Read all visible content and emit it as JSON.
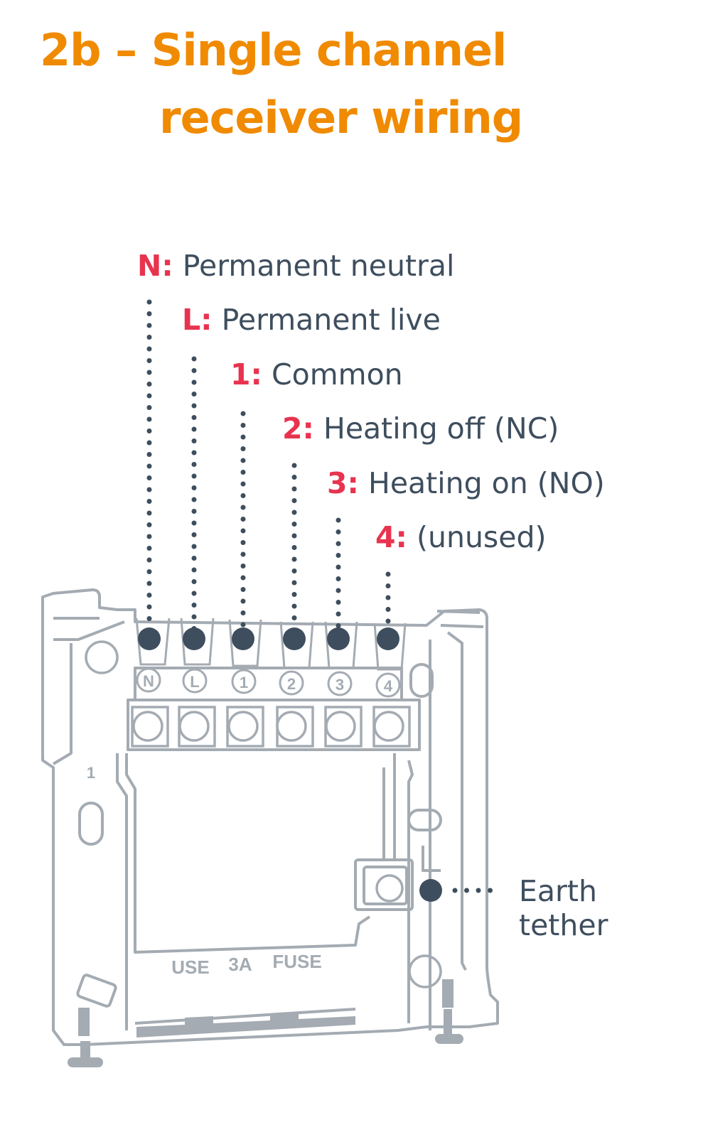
{
  "title": {
    "line1": "2b – Single channel",
    "line2": "receiver wiring"
  },
  "colors": {
    "title": "#f08a00",
    "terminal_key": "#e8334f",
    "label_text": "#3e4e5e",
    "connector_dot": "#3e4e5e",
    "device_outline": "#a4abb2"
  },
  "terminals": [
    {
      "key": "N",
      "description": "Permanent neutral",
      "marking": "N"
    },
    {
      "key": "L",
      "description": "Permanent live",
      "marking": "L"
    },
    {
      "key": "1",
      "description": "Common",
      "marking": "1"
    },
    {
      "key": "2",
      "description": "Heating off (NC)",
      "marking": "2"
    },
    {
      "key": "3",
      "description": "Heating on (NO)",
      "marking": "3"
    },
    {
      "key": "4",
      "description": "(unused)",
      "marking": "4"
    }
  ],
  "earth": {
    "line1": "Earth",
    "line2": "tether"
  },
  "device_markings": {
    "side_number": "1",
    "fuse_text": [
      "USE",
      "3A",
      "FUSE"
    ]
  }
}
